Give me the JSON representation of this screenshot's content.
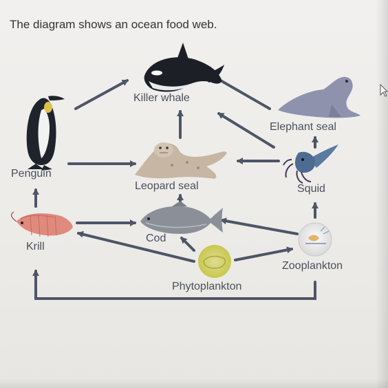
{
  "question": "The diagram shows an ocean food web.",
  "organisms": {
    "killer_whale": "Killer whale",
    "elephant_seal": "Elephant seal",
    "penguin": "Penguin",
    "leopard_seal": "Leopard seal",
    "squid": "Squid",
    "krill": "Krill",
    "cod": "Cod",
    "zooplankton": "Zooplankton",
    "phytoplankton": "Phytoplankton"
  },
  "food_web_links": [
    {
      "from": "Penguin",
      "to": "Killer whale"
    },
    {
      "from": "Elephant seal",
      "to": "Killer whale"
    },
    {
      "from": "Leopard seal",
      "to": "Killer whale"
    },
    {
      "from": "Squid",
      "to": "Killer whale"
    },
    {
      "from": "Squid",
      "to": "Elephant seal"
    },
    {
      "from": "Penguin",
      "to": "Leopard seal"
    },
    {
      "from": "Squid",
      "to": "Leopard seal"
    },
    {
      "from": "Krill",
      "to": "Penguin"
    },
    {
      "from": "Cod",
      "to": "Leopard seal"
    },
    {
      "from": "Zooplankton",
      "to": "Squid"
    },
    {
      "from": "Krill",
      "to": "Cod"
    },
    {
      "from": "Zooplankton",
      "to": "Cod"
    },
    {
      "from": "Phytoplankton",
      "to": "Cod"
    },
    {
      "from": "Phytoplankton",
      "to": "Krill"
    },
    {
      "from": "Phytoplankton",
      "to": "Zooplankton"
    },
    {
      "from": "Zooplankton",
      "to": "Krill"
    }
  ],
  "colors": {
    "arrow": "#4d5566",
    "label": "#4a4f5a"
  }
}
